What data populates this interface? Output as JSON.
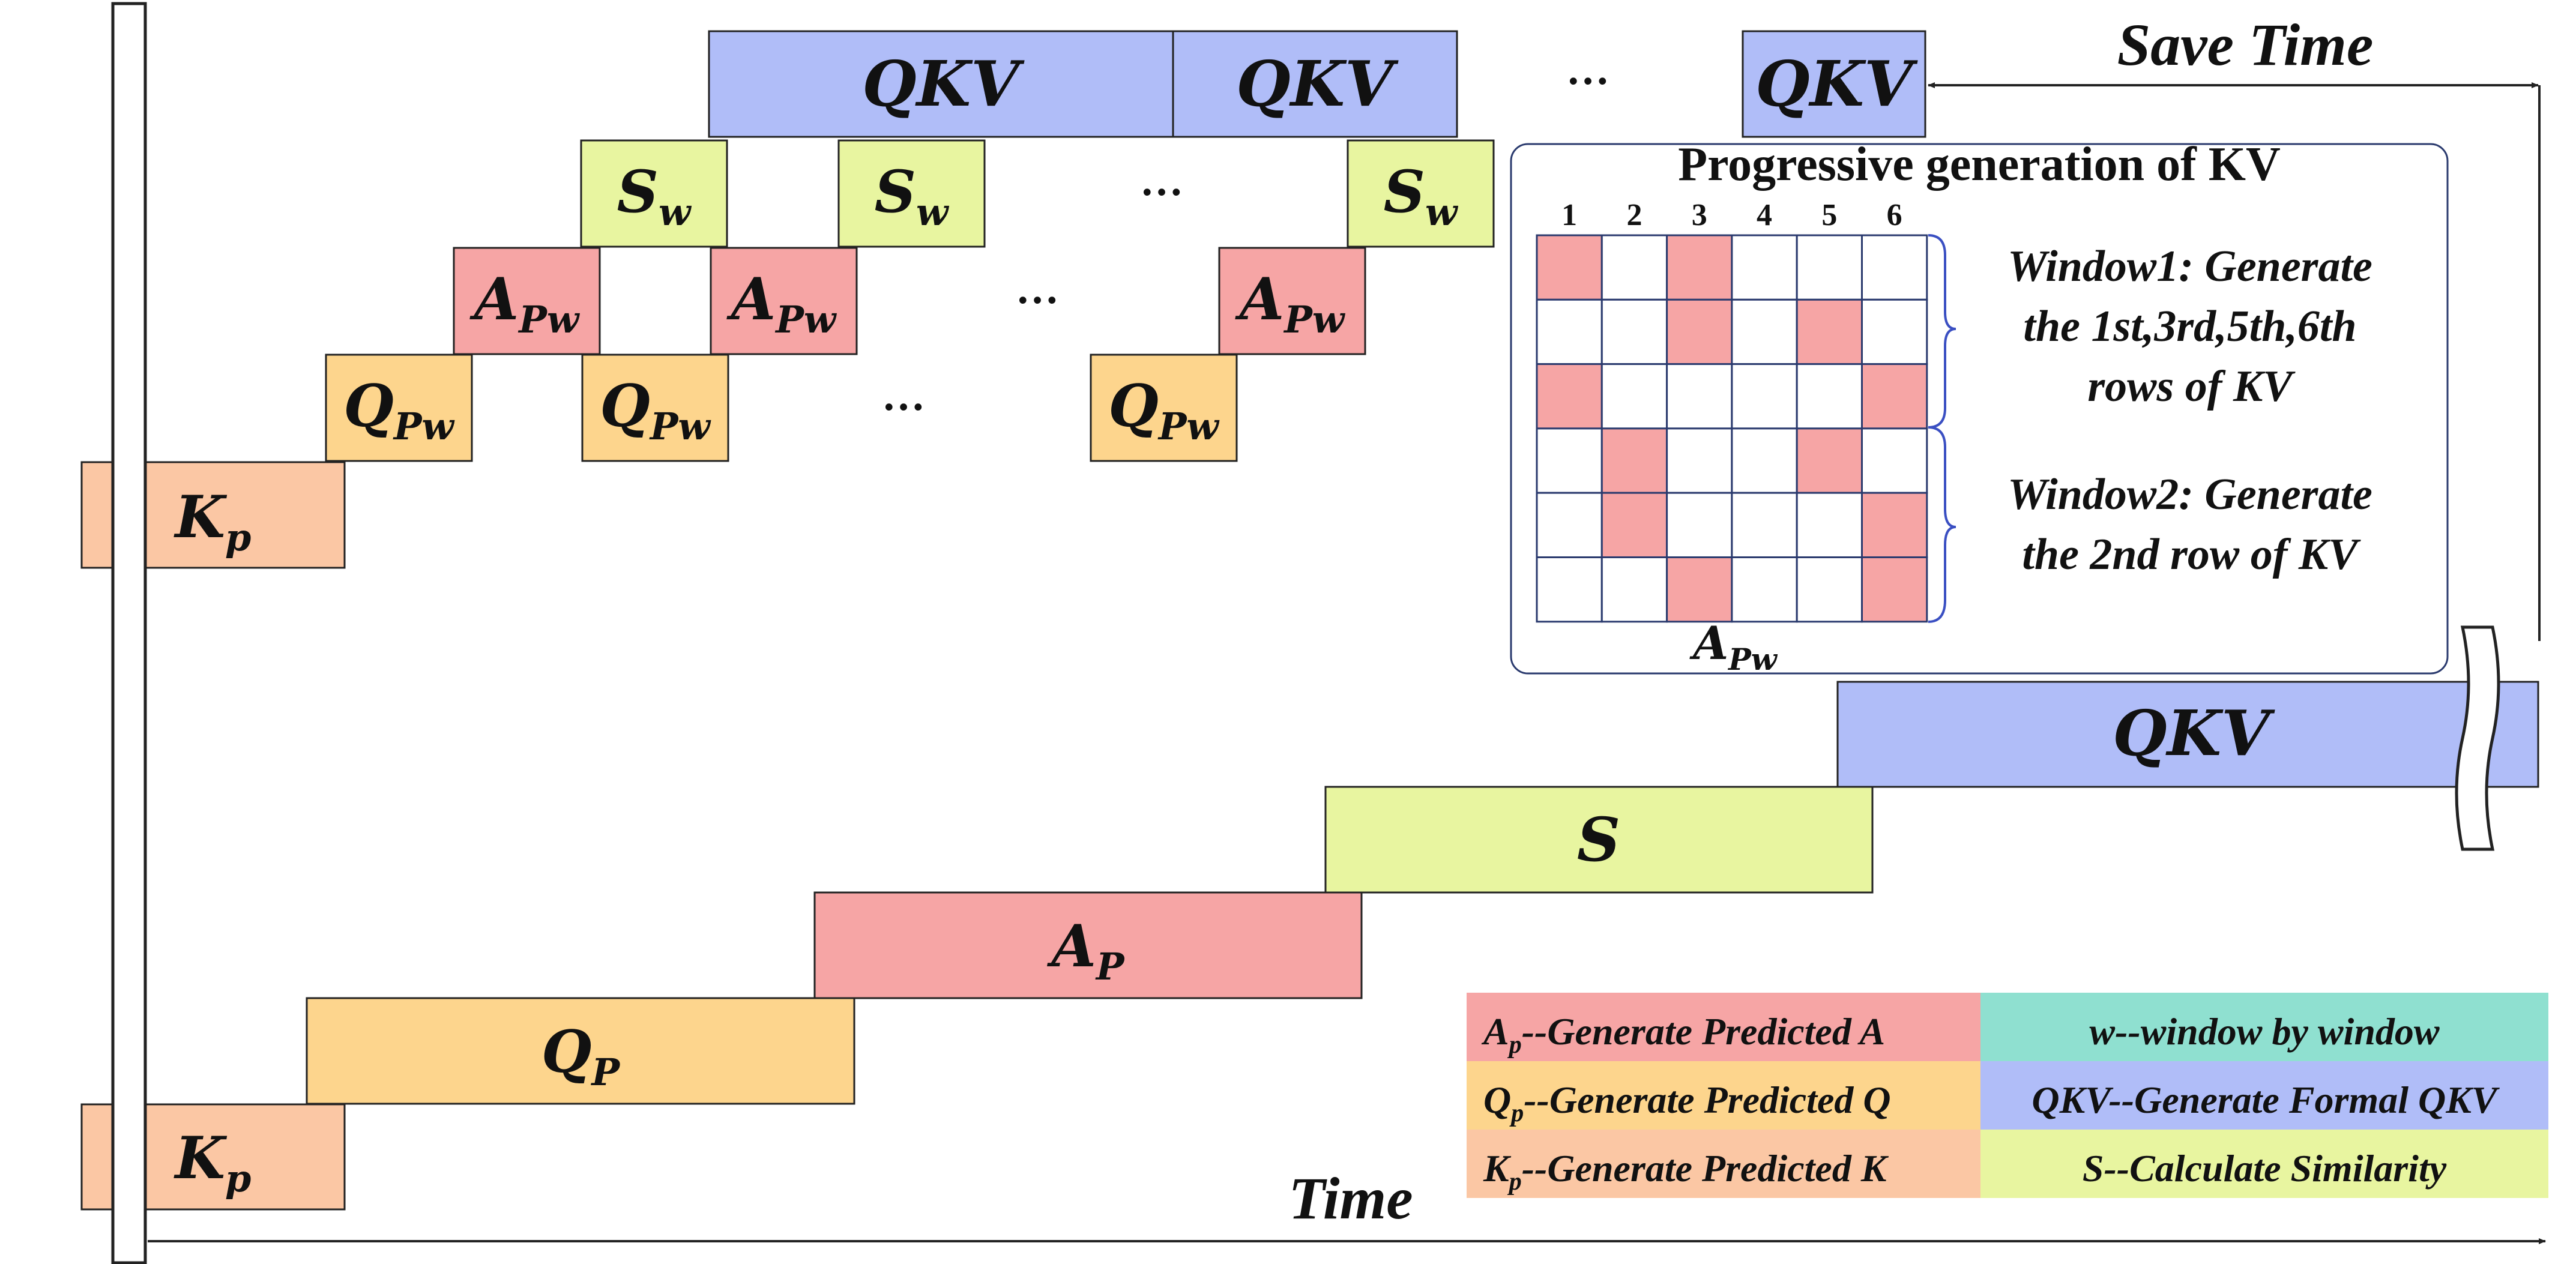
{
  "colors": {
    "qkv": "#b0bdf8",
    "s": "#e8f5a0",
    "a": "#f6a5a5",
    "q": "#fdd58d",
    "k": "#fbc7a4",
    "w": "#8fe0d0",
    "line": "#222222",
    "brace": "#3a4fc2"
  },
  "top": {
    "blocks": {
      "qkv_1": "QKV",
      "qkv_2": "QKV",
      "qkv_3": "QKV",
      "s_main": "S",
      "s_sub": "w",
      "a_main": "A",
      "a_sub": "Pw",
      "q_main": "Q",
      "q_sub": "Pw",
      "k_main": "K",
      "k_sub": "p"
    },
    "ellipsis": "…",
    "save_time": "Save Time"
  },
  "inset": {
    "title": "Progressive generation of KV",
    "col_numbers": [
      "1",
      "2",
      "3",
      "4",
      "5",
      "6"
    ],
    "grid": [
      [
        1,
        0,
        1,
        0,
        0,
        0
      ],
      [
        0,
        0,
        1,
        0,
        1,
        0
      ],
      [
        1,
        0,
        0,
        0,
        0,
        1
      ],
      [
        0,
        1,
        0,
        0,
        1,
        0
      ],
      [
        0,
        1,
        0,
        0,
        0,
        1
      ],
      [
        0,
        0,
        1,
        0,
        0,
        1
      ]
    ],
    "grid_label_main": "A",
    "grid_label_sub": "Pw",
    "window1": [
      "Window1: Generate",
      "the 1st,3rd,5th,6th",
      "rows of KV"
    ],
    "window2": [
      "Window2: Generate",
      "the 2nd row of KV"
    ]
  },
  "bottom": {
    "qkv": "QKV",
    "s": "S",
    "a_main": "A",
    "a_sub": "P",
    "q_main": "Q",
    "q_sub": "P",
    "k_main": "K",
    "k_sub": "p"
  },
  "axis": {
    "time_label": "Time"
  },
  "legend": {
    "ap_main": "A",
    "ap_sub": "p",
    "ap_text": "--Generate Predicted A",
    "qp_main": "Q",
    "qp_sub": "p",
    "qp_text": "--Generate Predicted Q",
    "kp_main": "K",
    "kp_sub": "p",
    "kp_text": "--Generate Predicted K",
    "w_text": "w--window by window",
    "qkv_text": "QKV--Generate Formal QKV",
    "s_text": "S--Calculate Similarity"
  }
}
